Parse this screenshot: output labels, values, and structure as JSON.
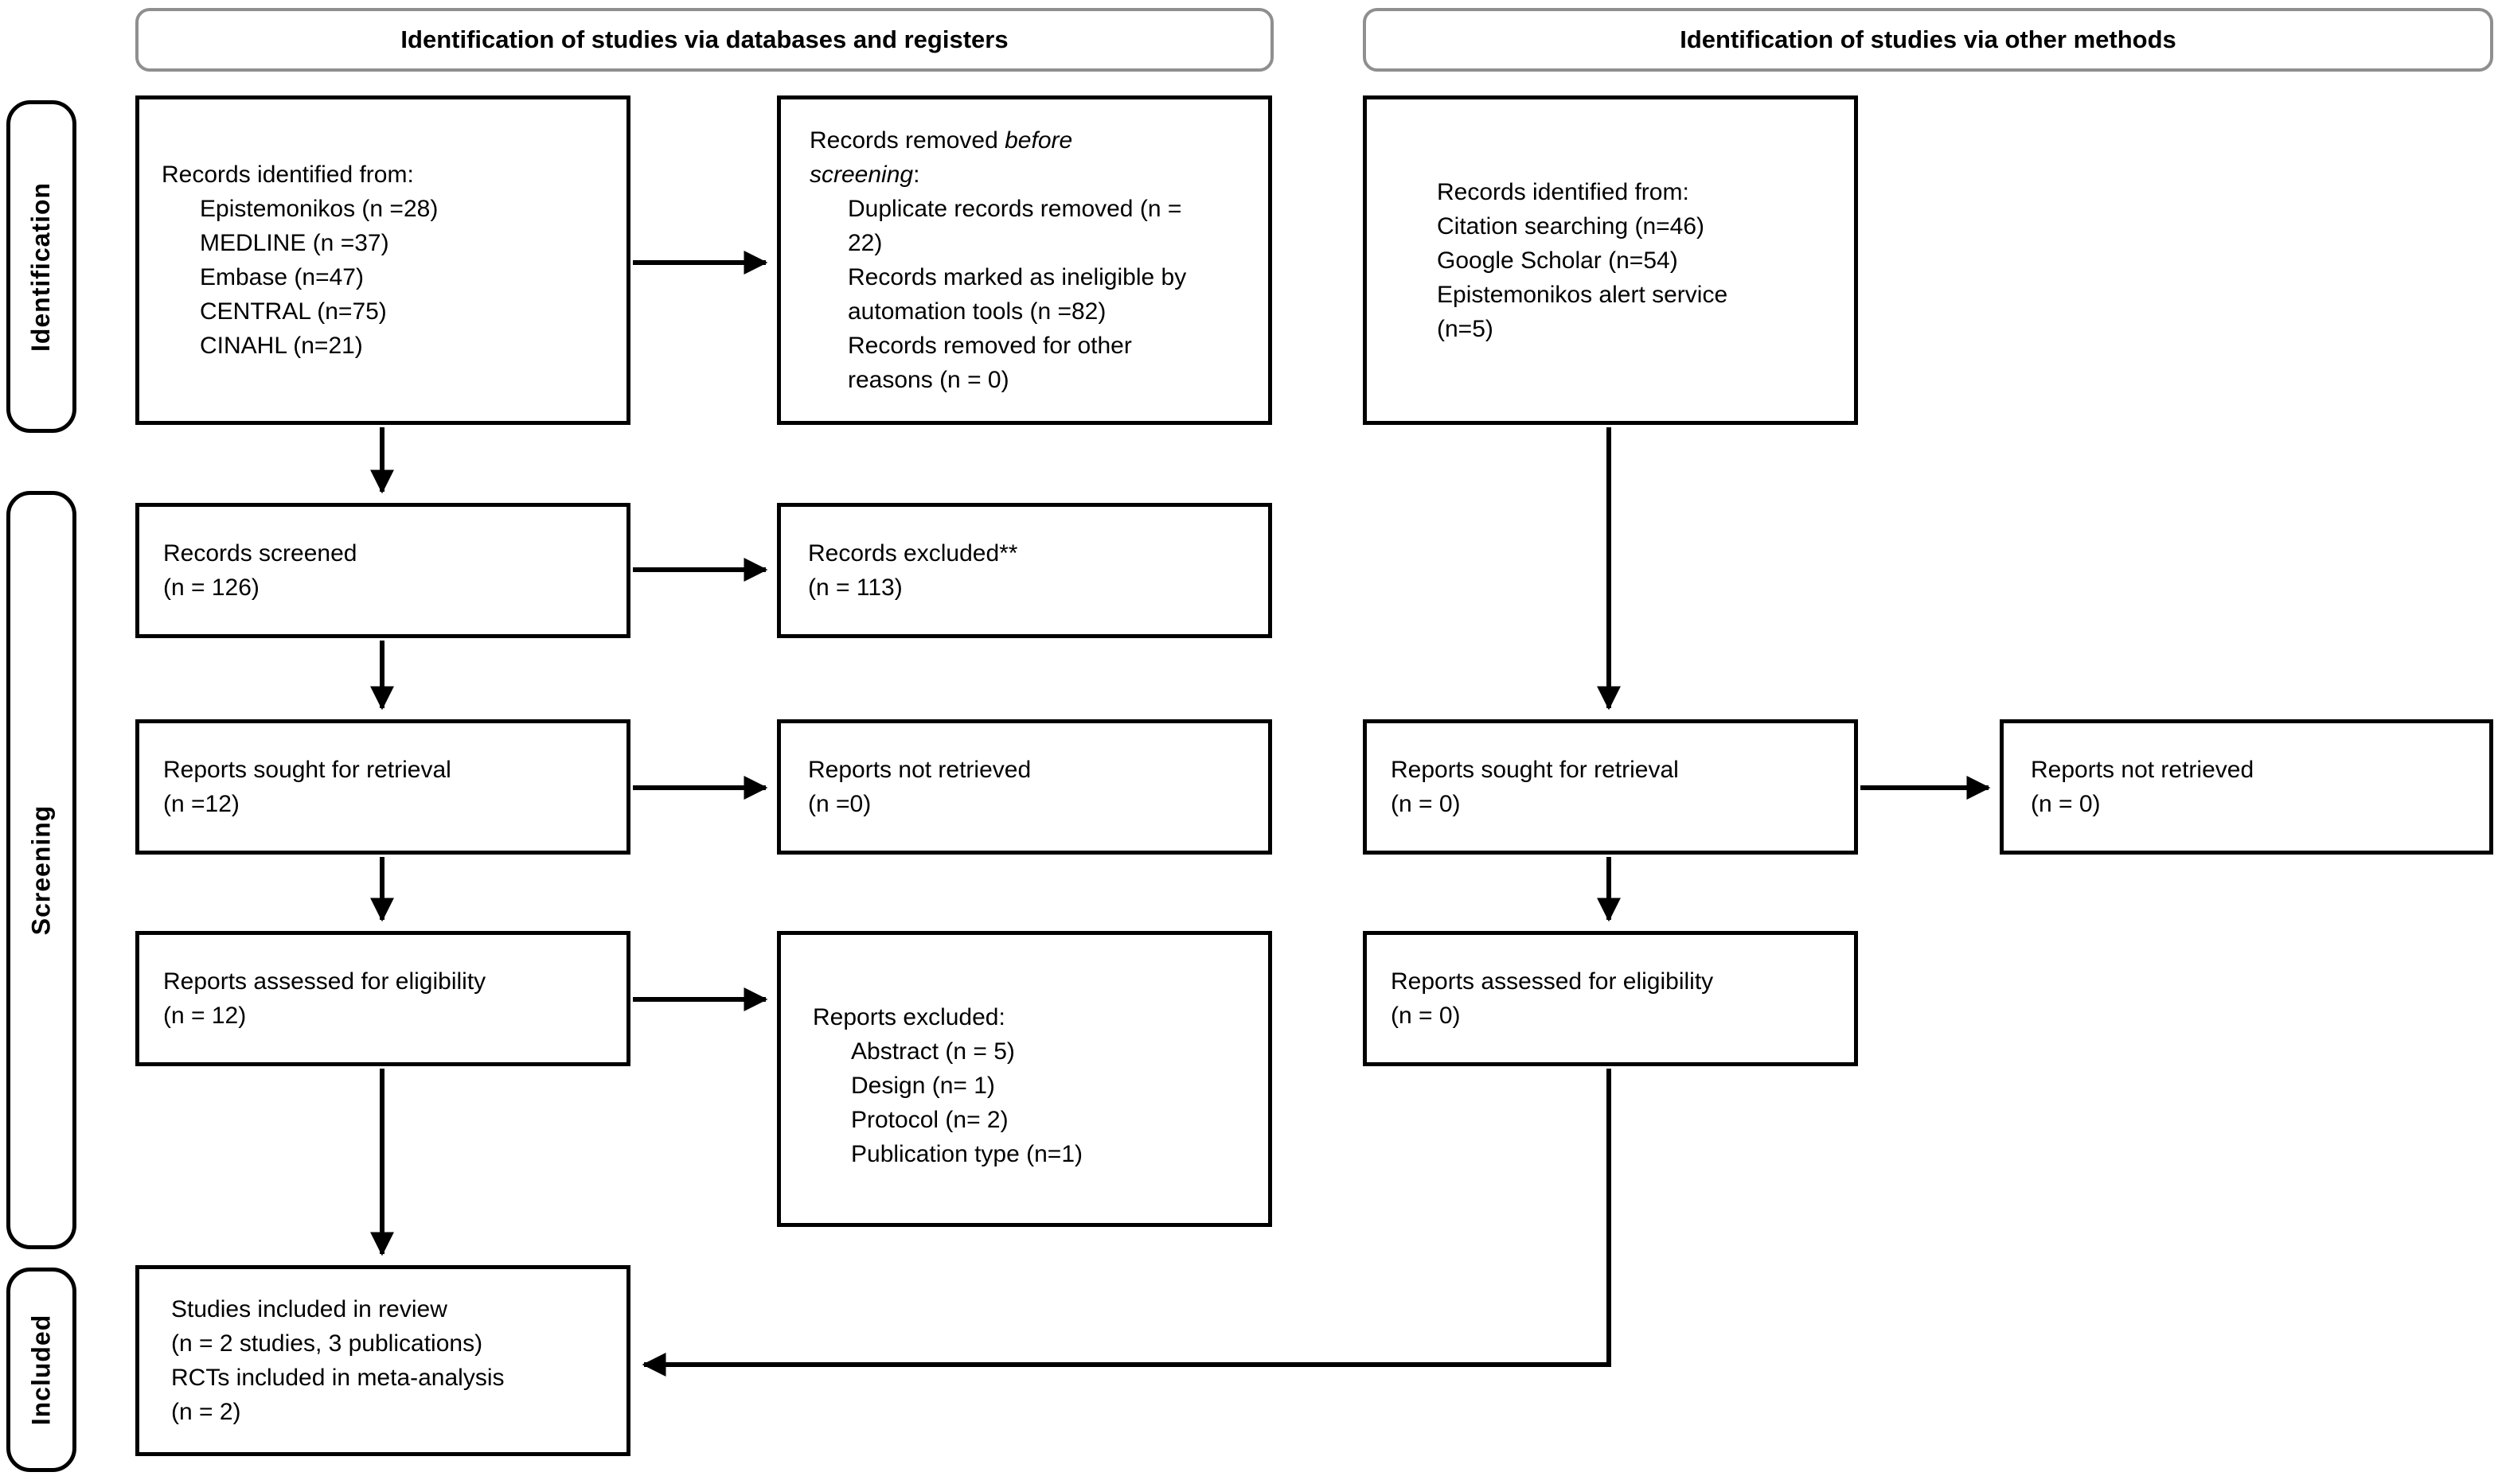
{
  "figure": {
    "type": "prisma-flow-diagram",
    "colors": {
      "box_border": "#000000",
      "header_border": "#8f8f8f",
      "background": "#ffffff",
      "text": "#000000"
    }
  },
  "headers": {
    "databases": "Identification of studies via databases and registers",
    "other_methods": "Identification of studies via other methods"
  },
  "sidebar": {
    "identification": "Identification",
    "screening": "Screening",
    "included": "Included"
  },
  "boxes": {
    "db_identified": {
      "title": "Records identified from:",
      "items": [
        "Epistemonikos (n =28)",
        "MEDLINE (n =37)",
        "Embase (n=47)",
        "CENTRAL (n=75)",
        "CINAHL (n=21)"
      ]
    },
    "records_removed": {
      "line1_normal": "Records removed ",
      "line1_italic": "before",
      "line2_italic": "screening",
      "line2_suffix": ":",
      "items": [
        "Duplicate records removed (n = 22)",
        "Records marked as ineligible by automation tools (n =82)",
        "Records removed for other reasons (n = 0)"
      ]
    },
    "other_identified": {
      "title": "Records identified from:",
      "items": [
        "Citation searching (n=46)",
        "Google Scholar (n=54)",
        "Epistemonikos alert service",
        "(n=5)"
      ]
    },
    "records_screened": {
      "lines": [
        "Records screened",
        "(n = 126)"
      ]
    },
    "records_excluded": {
      "lines": [
        "Records excluded**",
        "(n = 113)"
      ]
    },
    "reports_sought_db": {
      "lines": [
        "Reports sought for retrieval",
        "(n =12)"
      ]
    },
    "reports_not_retrieved_db": {
      "lines": [
        "Reports not retrieved",
        "(n =0)"
      ]
    },
    "reports_sought_other": {
      "lines": [
        "Reports sought for retrieval",
        "(n = 0)"
      ]
    },
    "reports_not_retrieved_other": {
      "lines": [
        "Reports not retrieved",
        "(n = 0)"
      ]
    },
    "reports_assessed_db": {
      "lines": [
        "Reports assessed for eligibility",
        "(n = 12)"
      ]
    },
    "reports_excluded_reasons": {
      "title": "Reports excluded:",
      "items": [
        "Abstract (n = 5)",
        "Design (n= 1)",
        "Protocol (n= 2)",
        "Publication type (n=1)"
      ]
    },
    "reports_assessed_other": {
      "lines": [
        "Reports assessed for eligibility",
        "(n = 0)"
      ]
    },
    "studies_included": {
      "lines": [
        "Studies included in review",
        "(n = 2 studies, 3 publications)",
        "RCTs included in meta-analysis",
        "(n = 2)"
      ]
    }
  }
}
